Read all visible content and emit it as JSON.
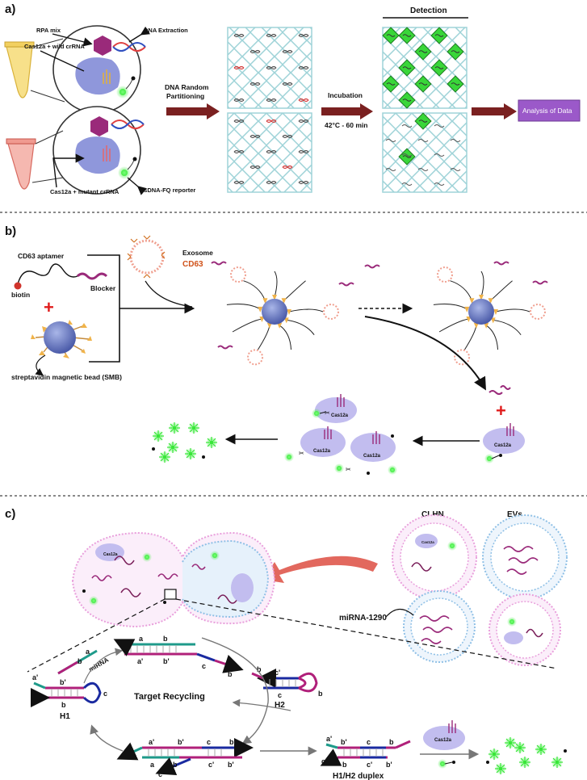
{
  "panel_a": {
    "label": "a)",
    "rpa_mix": "RPA mix",
    "cas12a_wild": "Cas12a + wild crRNA",
    "dna_extraction": "DNA Extraction",
    "dna_random_1": "DNA Random",
    "dna_random_2": "Partitioning",
    "incubation": "Incubation",
    "incubation_cond": "42°C - 60 min",
    "detection": "Detection",
    "analysis": "Analysis of Data",
    "cas12a_mutant": "Cas12a + mutant crRNA",
    "reporter": "ssDNA-FQ reporter"
  },
  "panel_b": {
    "label": "b)",
    "cd63_aptamer": "CD63 aptamer",
    "biotin": "biotin",
    "blocker": "Blocker",
    "exosome": "Exosome",
    "cd63": "CD63",
    "smb": "streptavidin magnetic bead (SMB)",
    "cas12a": "Cas12a"
  },
  "panel_c": {
    "label": "c)",
    "clhn": "CLHN",
    "evs": "EVs",
    "mirna_1290": "miRNA-1290",
    "target_recycling": "Target Recycling",
    "h1": "H1",
    "h2": "H2",
    "duplex": "H1/H2 duplex",
    "mirna": "miRNA",
    "cas12a": "Cas12a",
    "a": "a",
    "a_p": "a'",
    "b": "b",
    "b_p": "b'",
    "c": "c",
    "c_p": "c'"
  },
  "colors": {
    "green": "#39e639",
    "arrow_red": "#7a2020",
    "analysis_purple": "#9b59c9",
    "cas_lilac": "#b7b3e8",
    "magenta": "#b0207a",
    "teal": "#1e9a8a",
    "navy": "#1a2aa0"
  }
}
